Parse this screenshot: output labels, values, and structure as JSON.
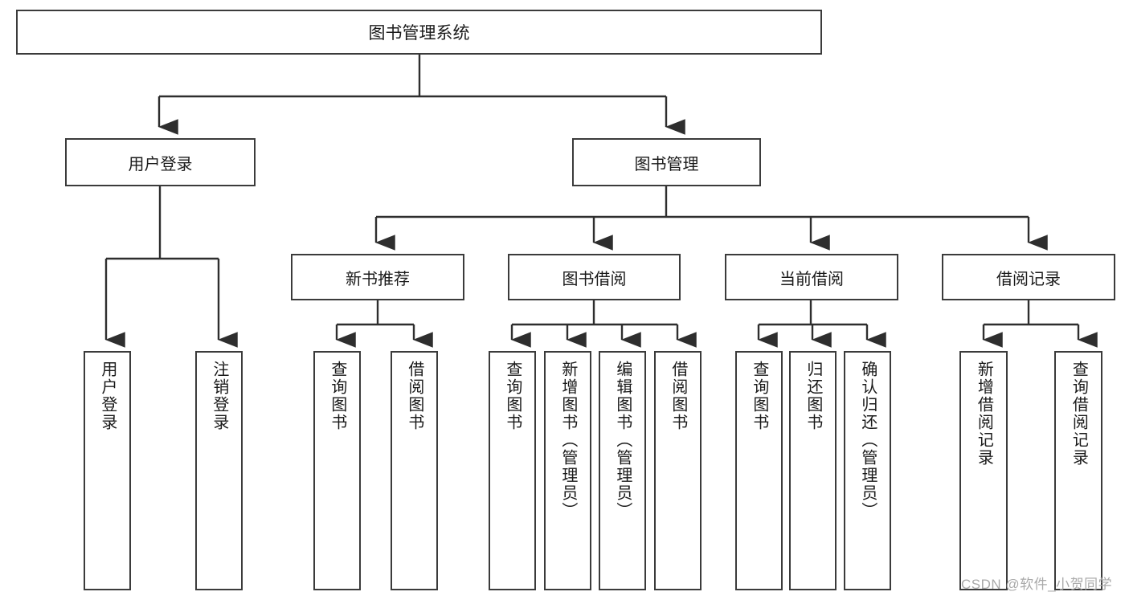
{
  "diagram": {
    "kind": "tree-hierarchy-chart",
    "root": {
      "label": "图书管理系统"
    },
    "level2": [
      {
        "label": "用户登录"
      },
      {
        "label": "图书管理"
      }
    ],
    "level3": [
      {
        "label": "新书推荐"
      },
      {
        "label": "图书借阅"
      },
      {
        "label": "当前借阅"
      },
      {
        "label": "借阅记录"
      }
    ],
    "leaves": {
      "user_login": [
        {
          "label": "用户登录"
        },
        {
          "label": "注销登录"
        }
      ],
      "new_book_recommend": [
        {
          "label": "查询图书"
        },
        {
          "label": "借阅图书"
        }
      ],
      "book_borrow": [
        {
          "label": "查询图书"
        },
        {
          "label": "新增图书（管理员）"
        },
        {
          "label": "编辑图书（管理员）"
        },
        {
          "label": "借阅图书"
        }
      ],
      "current_borrow": [
        {
          "label": "查询图书"
        },
        {
          "label": "归还图书"
        },
        {
          "label": "确认归还（管理员）"
        }
      ],
      "borrow_record": [
        {
          "label": "新增借阅记录"
        },
        {
          "label": "查询借阅记录"
        }
      ]
    }
  },
  "watermark": {
    "text": "CSDN @软件_小贺同学"
  },
  "colors": {
    "box_border": "#3b3b3b",
    "box_fill": "#ffffff",
    "wire": "#2e2e2e",
    "text": "#1a1a1a",
    "watermark": "#a9a9a9"
  }
}
